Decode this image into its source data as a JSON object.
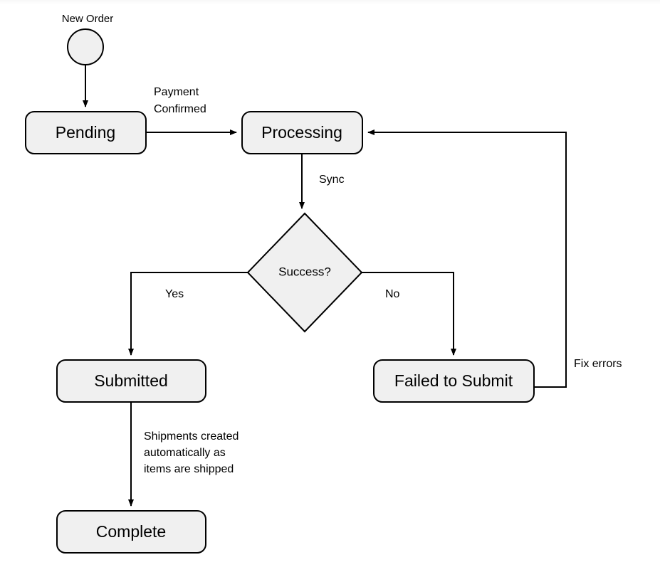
{
  "diagram": {
    "type": "flowchart",
    "background_color": "#ffffff",
    "shape_fill_color": "#f0f0f0",
    "shape_stroke_color": "#000000",
    "text_color": "#000000",
    "start": {
      "caption": "New Order",
      "shape": "circle"
    },
    "nodes": [
      {
        "id": "pending",
        "label": "Pending",
        "shape": "rounded-rect"
      },
      {
        "id": "processing",
        "label": "Processing",
        "shape": "rounded-rect"
      },
      {
        "id": "decision",
        "label": "Success?",
        "shape": "diamond"
      },
      {
        "id": "submitted",
        "label": "Submitted",
        "shape": "rounded-rect"
      },
      {
        "id": "failed",
        "label": "Failed to Submit",
        "shape": "rounded-rect"
      },
      {
        "id": "complete",
        "label": "Complete",
        "shape": "rounded-rect"
      }
    ],
    "edges": [
      {
        "id": "start-pending",
        "from": "start",
        "to": "pending",
        "label": ""
      },
      {
        "id": "pending-processing",
        "from": "pending",
        "to": "processing",
        "label_line1": "Payment",
        "label_line2": "Confirmed"
      },
      {
        "id": "processing-decision",
        "from": "processing",
        "to": "decision",
        "label": "Sync"
      },
      {
        "id": "decision-submitted",
        "from": "decision",
        "to": "submitted",
        "label": "Yes"
      },
      {
        "id": "decision-failed",
        "from": "decision",
        "to": "failed",
        "label": "No"
      },
      {
        "id": "failed-processing",
        "from": "failed",
        "to": "processing",
        "label": "Fix errors"
      },
      {
        "id": "submitted-complete",
        "from": "submitted",
        "to": "complete",
        "label_line1": "Shipments created",
        "label_line2": "automatically as",
        "label_line3": "items are shipped"
      }
    ]
  }
}
